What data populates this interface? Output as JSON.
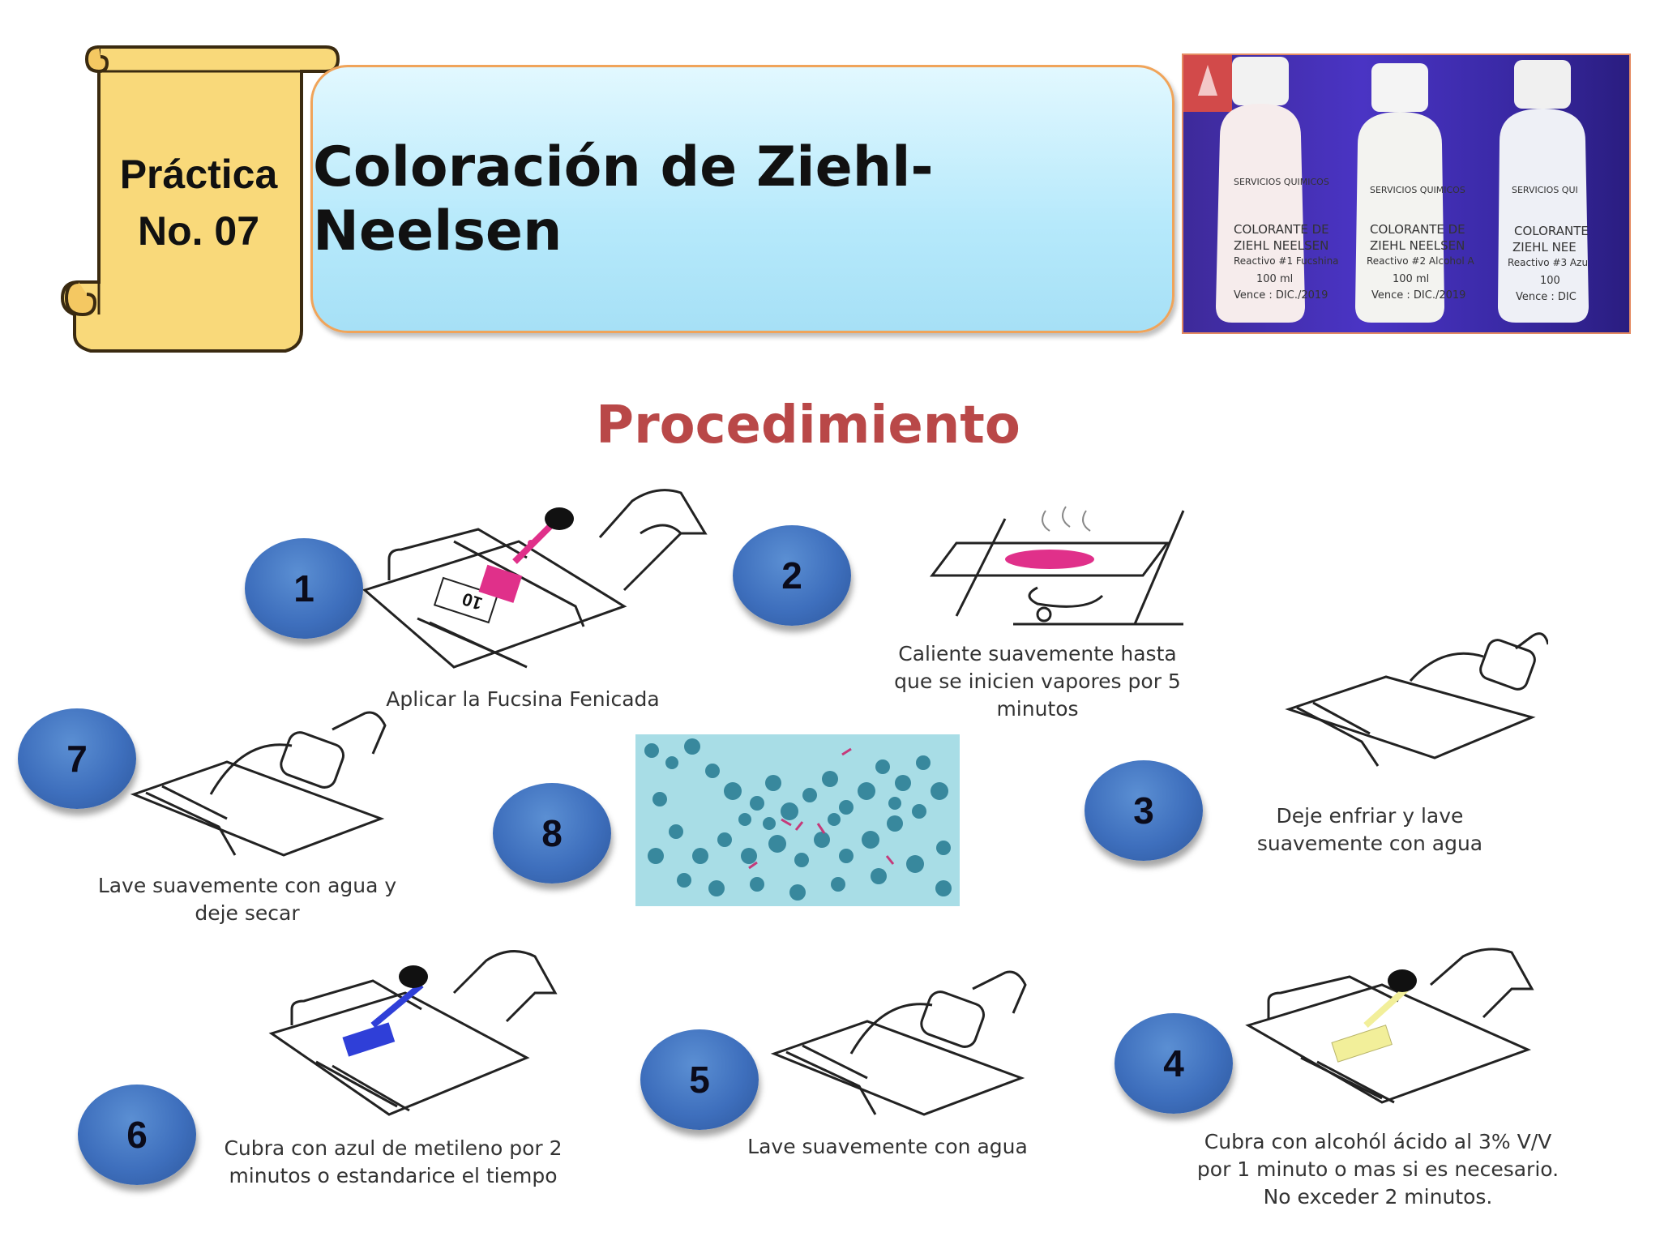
{
  "header": {
    "practice_line1": "Práctica",
    "practice_line2": "No. 07",
    "title": "Coloración de Ziehl-Neelsen"
  },
  "photo": {
    "bottles": [
      {
        "company": "SERVICIOS QUIMICOS",
        "label": [
          "COLORANTE DE",
          "ZIEHL NEELSEN",
          "Reactivo #1 Fucshina",
          "100 ml",
          "Vence : DIC./2019"
        ]
      },
      {
        "company": "SERVICIOS QUIMICOS",
        "label": [
          "COLORANTE DE",
          "ZIEHL NEELSEN",
          "Reactivo #2 Alcohol A",
          "100 ml",
          "Vence : DIC./2019"
        ]
      },
      {
        "company": "SERVICIOS QUI",
        "label": [
          "COLORANTE",
          "ZIEHL NEE",
          "Reactivo #3 Azu",
          "100 ",
          "Vence : DIC"
        ]
      }
    ]
  },
  "procedure": {
    "title": "Procedimiento",
    "slide_number": "10",
    "steps": [
      {
        "number": "1",
        "caption": [
          "Aplicar la Fucsina Fenicada"
        ]
      },
      {
        "number": "2",
        "caption": [
          "Caliente suavemente hasta",
          "que se inicien vapores por 5",
          "minutos"
        ]
      },
      {
        "number": "3",
        "caption": [
          "Deje enfriar y lave",
          "suavemente con agua"
        ]
      },
      {
        "number": "4",
        "caption": [
          "Cubra con alcohól ácido al 3% V/V",
          "por 1 minuto o mas si es necesario.",
          "No exceder 2 minutos."
        ]
      },
      {
        "number": "5",
        "caption": [
          "Lave suavemente con agua"
        ]
      },
      {
        "number": "6",
        "caption": [
          "Cubra con azul de metileno por 2",
          "minutos o estandarice el tiempo"
        ]
      },
      {
        "number": "7",
        "caption": [
          "Lave suavemente con agua y",
          "deje secar"
        ]
      },
      {
        "number": "8",
        "caption": []
      }
    ]
  },
  "colors": {
    "circle_blue": "#3e6fbd",
    "procedure_title": "#b94848",
    "fuchsin": "#e0308a",
    "methylene_blue": "#2f3fd8",
    "acid_alcohol": "#f2ef9a"
  }
}
